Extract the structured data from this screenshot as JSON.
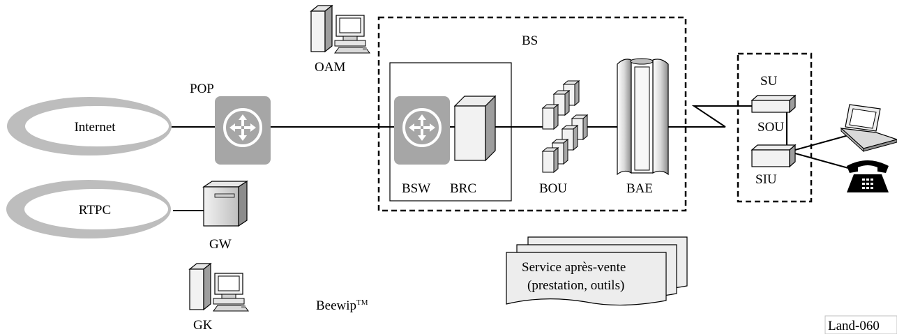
{
  "labels": {
    "internet": "Internet",
    "rtpc": "RTPC",
    "pop": "POP",
    "oam": "OAM",
    "gw": "GW",
    "gk": "GK",
    "beewip": "Beewip",
    "tm": "TM",
    "bs": "BS",
    "bsw": "BSW",
    "brc": "BRC",
    "bou": "BOU",
    "bae": "BAE",
    "su": "SU",
    "sou": "SOU",
    "siu": "SIU",
    "service_line1": "Service après-vente",
    "service_line2": "(prestation, outils)",
    "figure_id": "Land-060"
  },
  "icons": {
    "pop": "switch-icon",
    "bsw": "switch-icon",
    "oam": "workstation-icon",
    "gk": "workstation-icon",
    "gw": "gateway-server-icon",
    "brc": "server-box-icon",
    "bou": "module-stack-icon",
    "bae": "antenna-column-icon",
    "terminal": "laptop-icon",
    "phone": "telephone-icon"
  },
  "colors": {
    "ellipse_ring": "#bdbdbd",
    "switch_fill": "#a6a6a6",
    "line": "#000000"
  }
}
